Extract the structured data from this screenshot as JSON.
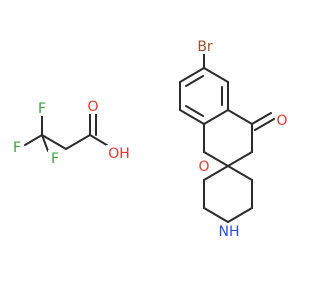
{
  "molecule": {
    "atoms": {
      "bromine": "Br",
      "ketone_oxygen": "O",
      "ring_oxygen": "O",
      "amine": "NH",
      "fluorine_1": "F",
      "fluorine_2": "F",
      "fluorine_3": "F",
      "carbonyl_oxygen": "O",
      "hydroxyl": "OH"
    },
    "colors": {
      "bond": "#2b2b2b",
      "bromine": "#a0522d",
      "oxygen": "#e23a2e",
      "nitrogen": "#2d4fe0",
      "fluorine": "#3fa13f"
    }
  }
}
